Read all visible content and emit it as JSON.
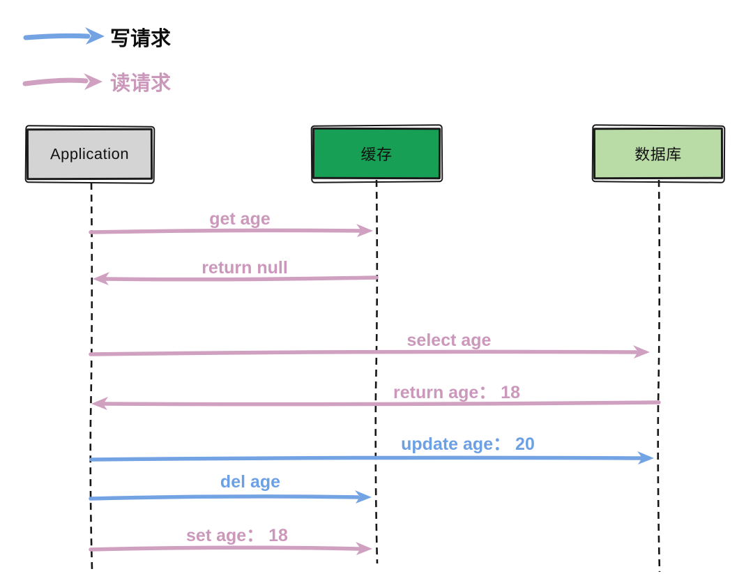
{
  "diagram_type": "sequence-diagram",
  "topic": "cache aside read/write flow",
  "legend": {
    "items": [
      {
        "label": "写请求",
        "kind": "write",
        "arrow_color": "#74a3e4",
        "label_color": "#0d0d0d"
      },
      {
        "label": "读请求",
        "kind": "read",
        "arrow_color": "#cfa0c0",
        "label_color": "#cb98bb"
      }
    ]
  },
  "actors": [
    {
      "label": "Application",
      "fill": "#d4d4d4"
    },
    {
      "label": "缓存",
      "fill": "#17a055"
    },
    {
      "label": "数据库",
      "fill": "#b9dba6"
    }
  ],
  "messages": [
    {
      "label": "get age",
      "from": "Application",
      "to": "缓存",
      "kind": "read"
    },
    {
      "label": "return null",
      "from": "缓存",
      "to": "Application",
      "kind": "read"
    },
    {
      "label": "select age",
      "from": "Application",
      "to": "数据库",
      "kind": "read"
    },
    {
      "label": "return age： 18",
      "from": "数据库",
      "to": "Application",
      "kind": "read"
    },
    {
      "label": "update age： 20",
      "from": "Application",
      "to": "数据库",
      "kind": "write"
    },
    {
      "label": "del age",
      "from": "Application",
      "to": "缓存",
      "kind": "write"
    },
    {
      "label": "set age： 18",
      "from": "Application",
      "to": "缓存",
      "kind": "read"
    }
  ],
  "colors": {
    "write_arrow_blue": "#74a3e4",
    "read_arrow_pink": "#cfa0c0",
    "application_box_fill": "#d4d4d4",
    "cache_box_fill": "#17a055",
    "database_box_fill": "#b9dba6",
    "box_border": "#1b1b1b",
    "lifeline": "#161616",
    "background": "#ffffff"
  }
}
